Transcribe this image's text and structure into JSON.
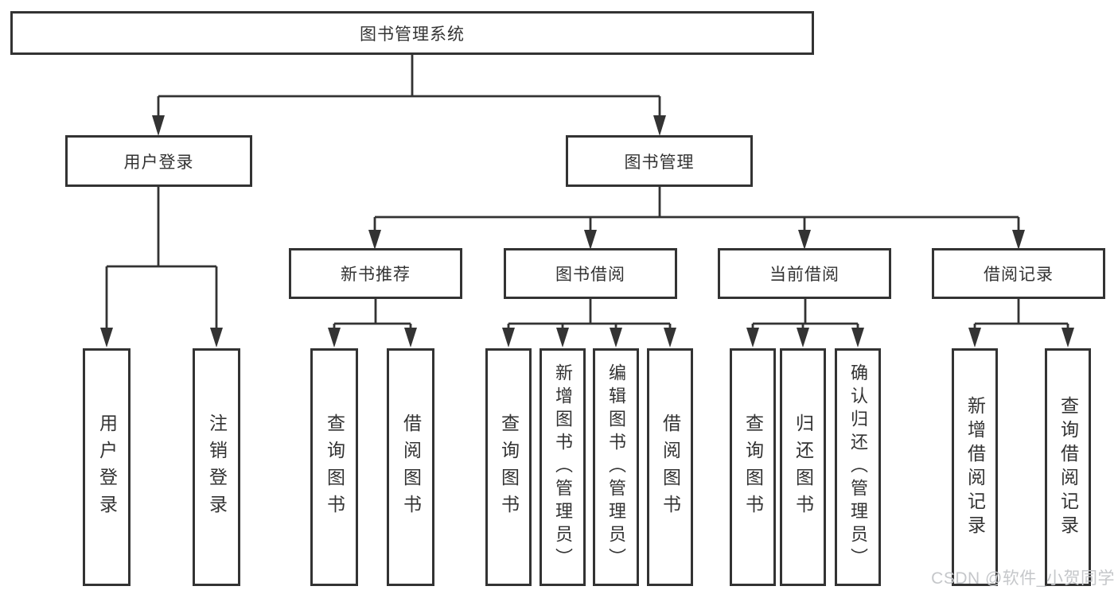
{
  "diagram": {
    "root": {
      "label": "图书管理系统"
    },
    "branches": [
      {
        "label": "用户登录",
        "children": [
          {
            "label": "用户登录"
          },
          {
            "label": "注销登录"
          }
        ]
      },
      {
        "label": "图书管理",
        "children": [
          {
            "label": "新书推荐",
            "children": [
              {
                "label": "查询图书"
              },
              {
                "label": "借阅图书"
              }
            ]
          },
          {
            "label": "图书借阅",
            "children": [
              {
                "label": "查询图书"
              },
              {
                "label": "新增图书（管理员）"
              },
              {
                "label": "编辑图书（管理员）"
              },
              {
                "label": "借阅图书"
              }
            ]
          },
          {
            "label": "当前借阅",
            "children": [
              {
                "label": "查询图书"
              },
              {
                "label": "归还图书"
              },
              {
                "label": "确认归还（管理员）"
              }
            ]
          },
          {
            "label": "借阅记录",
            "children": [
              {
                "label": "新增借阅记录"
              },
              {
                "label": "查询借阅记录"
              }
            ]
          }
        ]
      }
    ],
    "colors": {
      "line": "#333333",
      "box_border": "#333333",
      "text": "#333333",
      "background": "#ffffff",
      "watermark": "#c5c7ca"
    }
  },
  "watermark": {
    "text": "CSDN @软件_小贺同学"
  }
}
